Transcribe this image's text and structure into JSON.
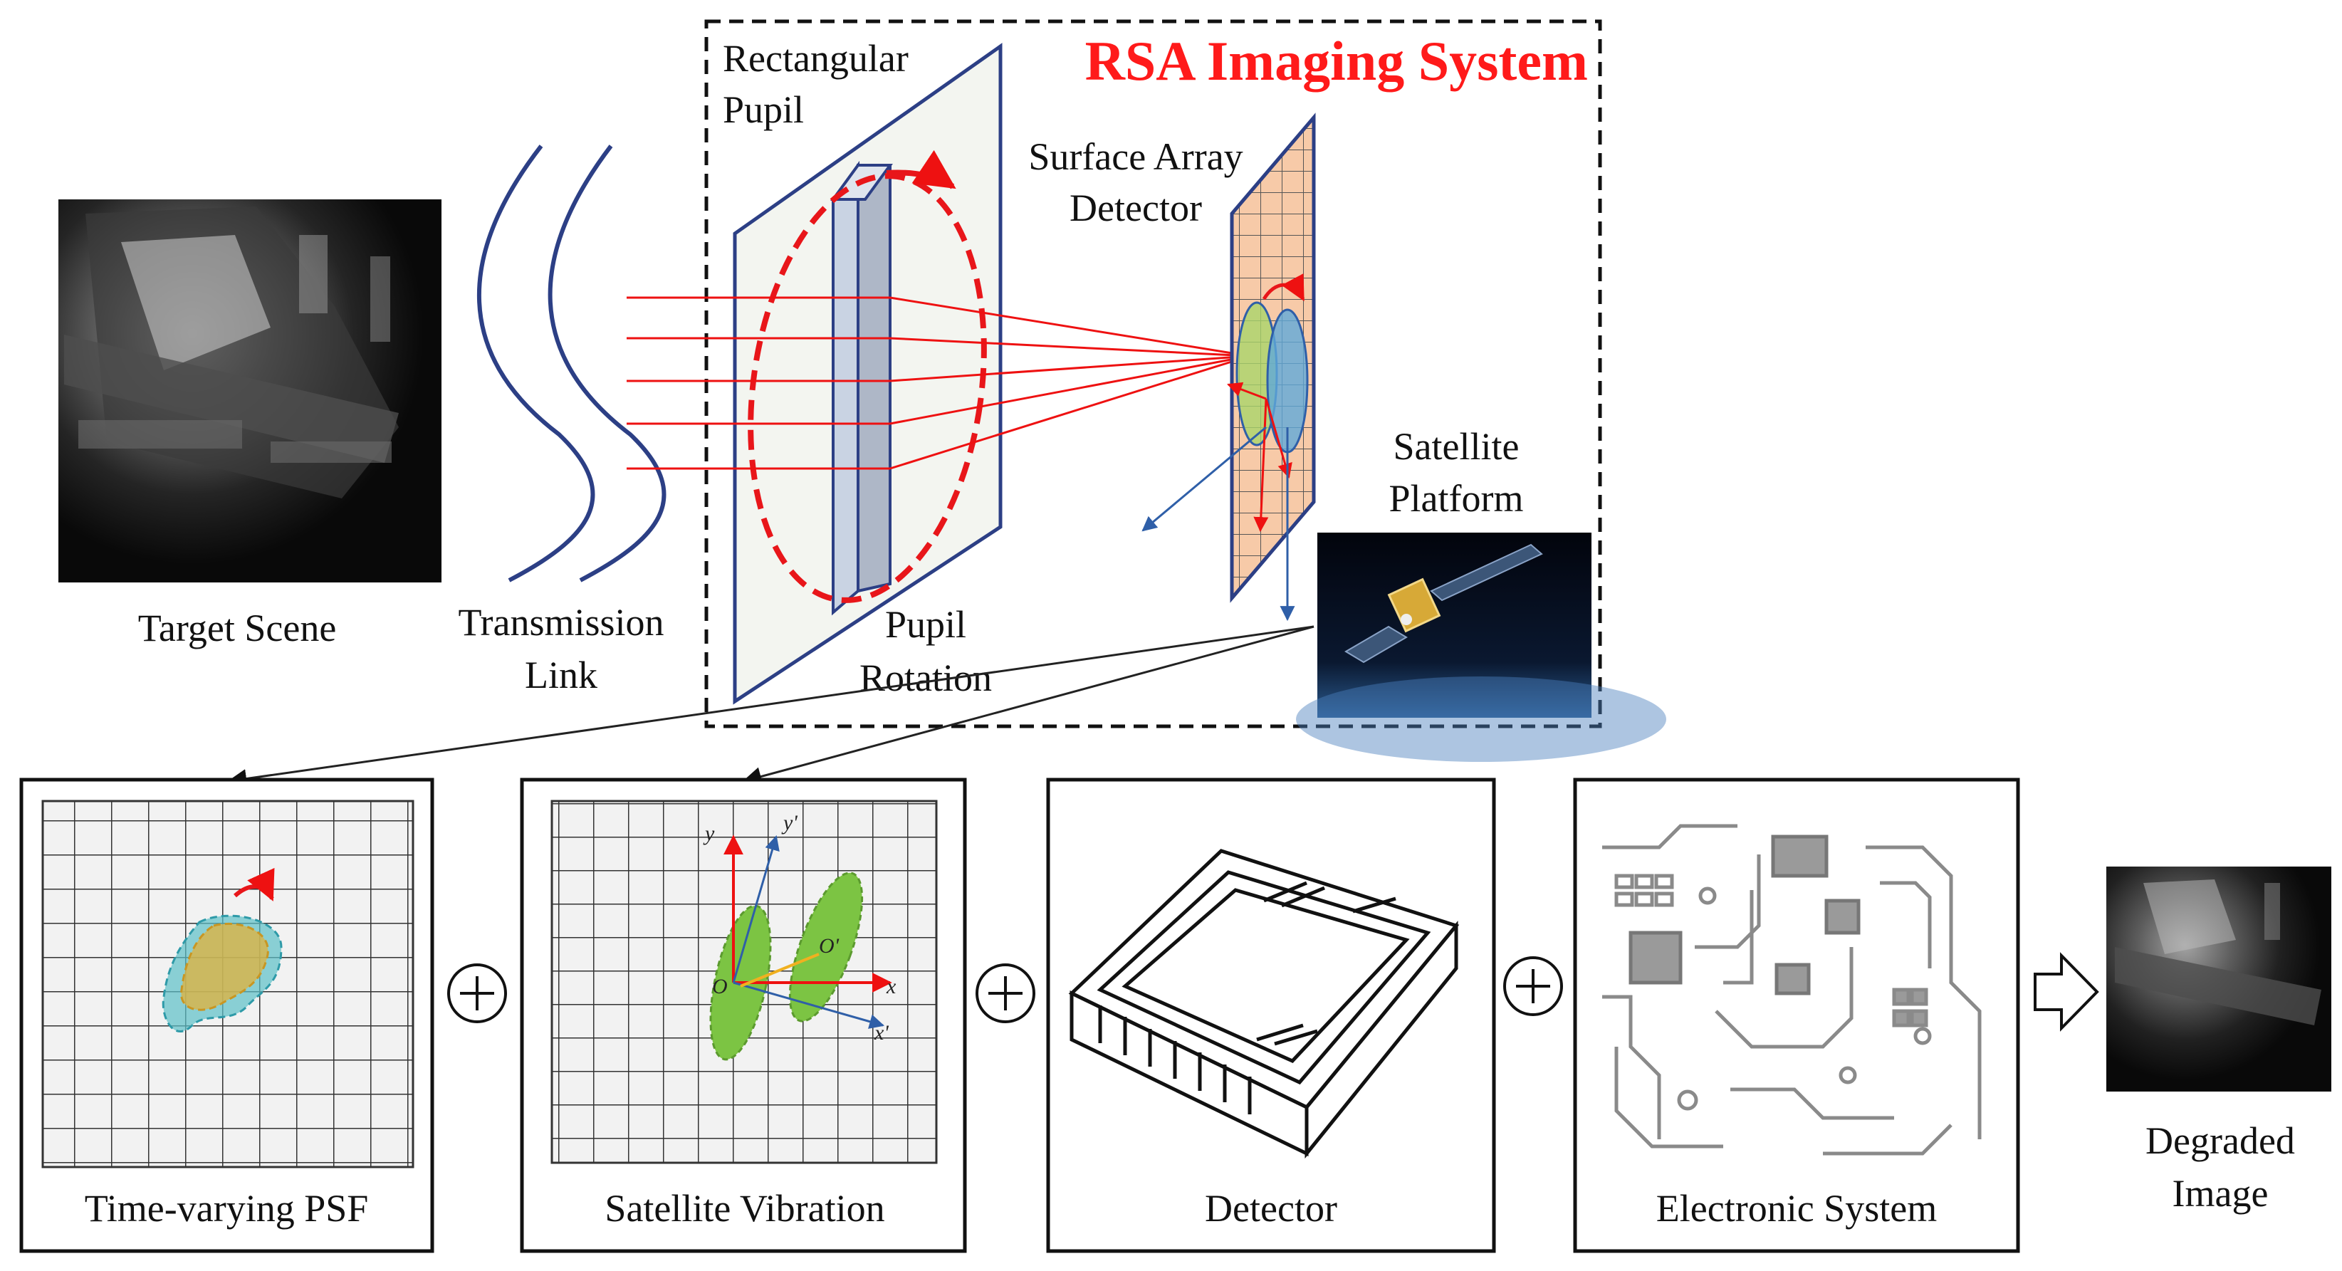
{
  "title": "RSA Imaging System",
  "colors": {
    "title_red": "#ff1a1a",
    "ray_red": "#ee1111",
    "wave_blue": "#2c3f85",
    "pupil_fill": "#f3f5f0",
    "detector_fill": "#f7caa8",
    "ellipse_green": "#a9d46a",
    "ellipse_blue": "#5fa9d9",
    "vibration_green": "#7cc443"
  },
  "top": {
    "target_scene": "Target Scene",
    "transmission_line1": "Transmission",
    "transmission_line2": "Link",
    "rect_pupil_line1": "Rectangular",
    "rect_pupil_line2": "Pupil",
    "pupil_rotation_line1": "Pupil",
    "pupil_rotation_line2": "Rotation",
    "surface_line1": "Surface Array",
    "surface_line2": "Detector",
    "satellite_line1": "Satellite",
    "satellite_line2": "Platform"
  },
  "bottom": {
    "psf": "Time-varying PSF",
    "vibration": "Satellite Vibration",
    "detector": "Detector",
    "electronic": "Electronic System",
    "degraded_line1": "Degraded",
    "degraded_line2": "Image"
  },
  "axes": {
    "x": "x",
    "y": "y",
    "x_prime": "x'",
    "y_prime": "y'",
    "o": "O",
    "o_prime": "O'"
  },
  "icons": {
    "plus": "circled-plus-icon",
    "arrow": "hollow-right-arrow-icon"
  }
}
